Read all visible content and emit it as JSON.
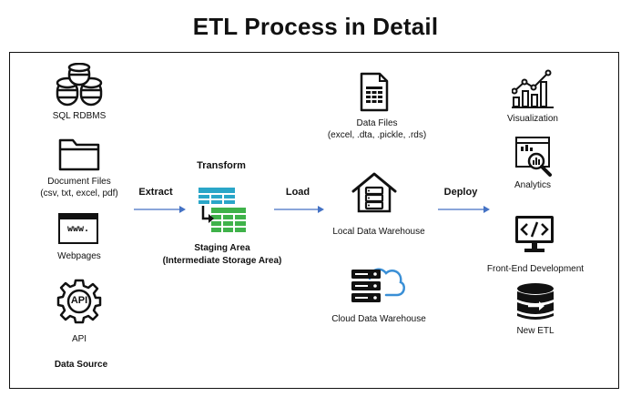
{
  "title": "ETL Process in Detail",
  "sources": {
    "sql": "SQL RDBMS",
    "docs": "Document Files",
    "docs_sub": "(csv, txt, excel, pdf)",
    "web": "Webpages",
    "web_icon_text": "www.",
    "api": "API",
    "api_icon_text": "API",
    "caption": "Data Source"
  },
  "steps": {
    "extract": "Extract",
    "transform": "Transform",
    "load": "Load",
    "deploy": "Deploy"
  },
  "staging": {
    "label": "Staging Area",
    "sub": "(Intermediate Storage Area)"
  },
  "targets": {
    "data_files": "Data Files",
    "data_files_sub": "(excel, .dta, .pickle, .rds)",
    "local_dw": "Local Data Warehouse",
    "cloud_dw": "Cloud Data Warehouse"
  },
  "outputs": {
    "viz": "Visualization",
    "analytics": "Analytics",
    "frontend": "Front-End Development",
    "new_etl": "New ETL"
  },
  "colors": {
    "arrow": "#4472c4",
    "teal": "#2aa6c8",
    "green": "#3fb24a"
  }
}
